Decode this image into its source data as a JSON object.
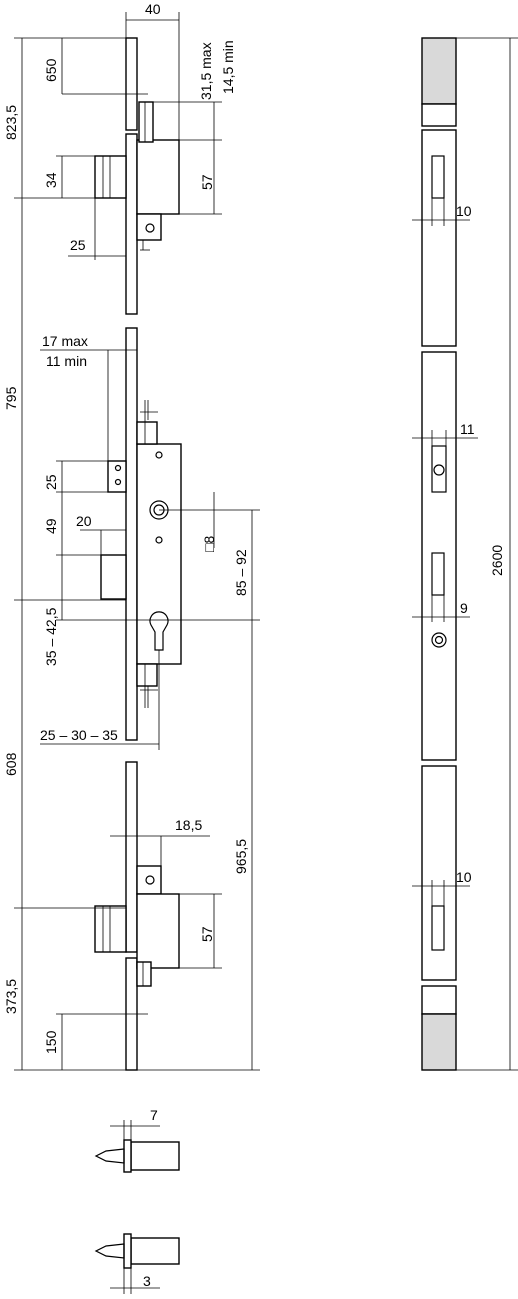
{
  "dimensions": {
    "d40": "40",
    "d650": "650",
    "d823_5": "823,5",
    "d31_5max": "31,5 max",
    "d14_5min": "14,5 min",
    "d34": "34",
    "d57_top": "57",
    "d25_top": "25",
    "d795": "795",
    "d17max": "17 max",
    "d11min": "11 min",
    "d25_mid": "25",
    "d49": "49",
    "d20": "20",
    "d8": "□8",
    "d85_92": "85 – 92",
    "d35_42_5": "35 – 42,5",
    "d25_30_35": "25 – 30 – 35",
    "d608": "608",
    "d18_5": "18,5",
    "d965_5": "965,5",
    "d57_bot": "57",
    "d373_5": "373,5",
    "d150": "150",
    "d7": "7",
    "d3": "3",
    "d2600": "2600",
    "d10_top": "10",
    "d11_right": "11",
    "d9": "9",
    "d10_bot": "10"
  }
}
